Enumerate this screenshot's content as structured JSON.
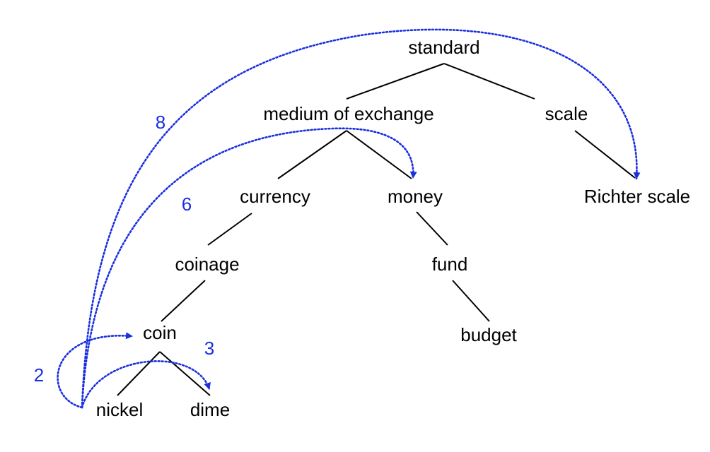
{
  "diagram": {
    "type": "taxonomy-tree",
    "nodes": [
      {
        "id": "standard",
        "label": "standard"
      },
      {
        "id": "medium",
        "label": "medium of exchange"
      },
      {
        "id": "scale",
        "label": "scale"
      },
      {
        "id": "currency",
        "label": "currency"
      },
      {
        "id": "money",
        "label": "money"
      },
      {
        "id": "richter",
        "label": "Richter scale"
      },
      {
        "id": "coinage",
        "label": "coinage"
      },
      {
        "id": "fund",
        "label": "fund"
      },
      {
        "id": "coin",
        "label": "coin"
      },
      {
        "id": "budget",
        "label": "budget"
      },
      {
        "id": "nickel",
        "label": "nickel"
      },
      {
        "id": "dime",
        "label": "dime"
      }
    ],
    "edges": [
      {
        "from": "standard",
        "to": "medium"
      },
      {
        "from": "standard",
        "to": "scale"
      },
      {
        "from": "medium",
        "to": "currency"
      },
      {
        "from": "medium",
        "to": "money"
      },
      {
        "from": "scale",
        "to": "richter"
      },
      {
        "from": "currency",
        "to": "coinage"
      },
      {
        "from": "money",
        "to": "fund"
      },
      {
        "from": "coinage",
        "to": "coin"
      },
      {
        "from": "fund",
        "to": "budget"
      },
      {
        "from": "coin",
        "to": "nickel"
      },
      {
        "from": "coin",
        "to": "dime"
      }
    ],
    "paths": [
      {
        "from": "nickel",
        "to": "coin",
        "label": "2"
      },
      {
        "from": "nickel",
        "to": "dime",
        "label": "3"
      },
      {
        "from": "nickel",
        "to": "money",
        "label": "6"
      },
      {
        "from": "nickel",
        "to": "richter",
        "label": "8"
      }
    ],
    "colors": {
      "node_text": "#000000",
      "edge": "#000000",
      "path": "#1a2fe0"
    }
  }
}
